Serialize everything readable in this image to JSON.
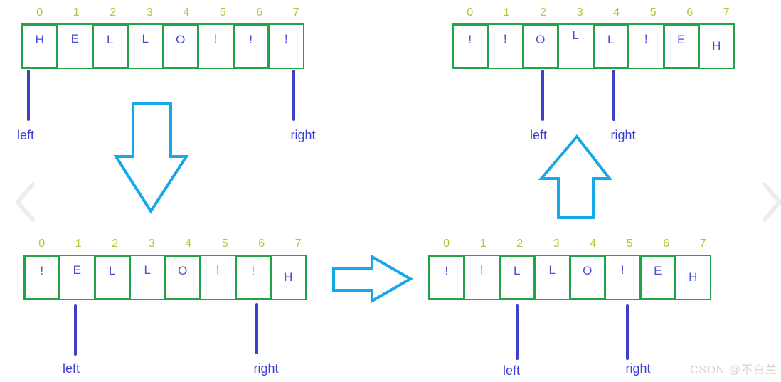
{
  "figure": {
    "topic_string": "HELLO!!!",
    "watermark": "CSDN @不白兰"
  },
  "colors": {
    "cell_border": "#21a447",
    "index_label": "#a4cc33",
    "cell_letter": "#4a4fd1",
    "pointer": "#3c40c9",
    "arrow": "#16a8e9",
    "watermark": "#d2d6d0"
  },
  "arrays": [
    {
      "position": "top-left",
      "indices": [
        "0",
        "1",
        "2",
        "3",
        "4",
        "5",
        "6",
        "7"
      ],
      "cells": [
        "H",
        "E",
        "L",
        "L",
        "O",
        "!",
        "!",
        "!"
      ],
      "left_label": "left",
      "left_index": 0,
      "right_label": "right",
      "right_index": 7
    },
    {
      "position": "top-right",
      "indices": [
        "0",
        "1",
        "2",
        "3",
        "4",
        "5",
        "6",
        "7"
      ],
      "cells": [
        "!",
        "!",
        "O",
        "L",
        "L",
        "!",
        "E",
        "H"
      ],
      "left_label": "left",
      "left_index": 2,
      "right_label": "right",
      "right_index": 4
    },
    {
      "position": "bottom-left",
      "indices": [
        "0",
        "1",
        "2",
        "3",
        "4",
        "5",
        "6",
        "7"
      ],
      "cells": [
        "!",
        "E",
        "L",
        "L",
        "O",
        "!",
        "!",
        "H"
      ],
      "left_label": "left",
      "left_index": 1,
      "right_label": "right",
      "right_index": 6
    },
    {
      "position": "bottom-right",
      "indices": [
        "0",
        "1",
        "2",
        "3",
        "4",
        "5",
        "6",
        "7"
      ],
      "cells": [
        "!",
        "!",
        "L",
        "L",
        "O",
        "!",
        "E",
        "H"
      ],
      "left_label": "left",
      "left_index": 2,
      "right_label": "right",
      "right_index": 5
    }
  ],
  "arrows": [
    {
      "direction": "down"
    },
    {
      "direction": "right"
    },
    {
      "direction": "up"
    }
  ]
}
